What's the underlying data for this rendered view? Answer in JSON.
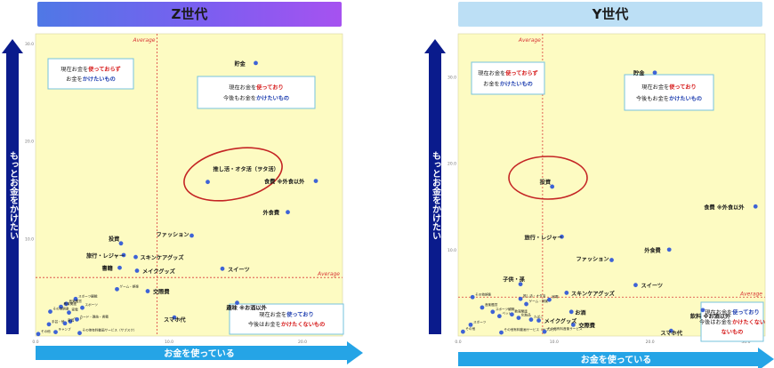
{
  "colors": {
    "plot_bg": "#fdfbc2",
    "dot": "#3e63d6",
    "avg_line": "#d93a3a",
    "ellipse": "#c42424",
    "arrow_v": "#0a1b8c",
    "arrow_h": "#25a4e6",
    "box_border": "#76c3dd",
    "emph_red": "#d61a1a"
  },
  "panels": [
    {
      "id": "z",
      "title": "Z世代",
      "y_axis_label": "もっとお金をかけたい",
      "x_axis_label": "お金を使っている",
      "average_label_top": "Average",
      "average_label_right": "Average",
      "quadrant_notes": {
        "top_left": [
          [
            {
              "t": "現在お金を"
            },
            {
              "t": "使っておらず",
              "em": true
            }
          ],
          [
            {
              "t": "お金を"
            },
            {
              "t": "かけたいもの",
              "em": "blue"
            }
          ]
        ],
        "top_right": [
          [
            {
              "t": "現在お金を"
            },
            {
              "t": "使っており",
              "em": true
            }
          ],
          [
            {
              "t": "今後もお金を"
            },
            {
              "t": "かけたいもの",
              "em": "blue"
            }
          ]
        ],
        "bottom_right": [
          [
            {
              "t": "現在お金を"
            },
            {
              "t": "使っており",
              "em": "blue"
            }
          ],
          [
            {
              "t": "今後はお金を"
            },
            {
              "t": "かけたくないもの",
              "em": true
            }
          ]
        ]
      },
      "ytick_labels": [
        "30.0",
        "20.0",
        "10.0"
      ],
      "xtick_labels": [
        "0.0",
        "10.0",
        "20.0"
      ],
      "points": [
        {
          "label": "貯金",
          "x": 16.5,
          "y": 28.0
        },
        {
          "label": "推し活・オタ活（ヲタ活）",
          "x": 12.9,
          "y": 15.8
        },
        {
          "label": "食費 ※外食以外",
          "x": 21.0,
          "y": 15.9
        },
        {
          "label": "外食費",
          "x": 18.9,
          "y": 12.7
        },
        {
          "label": "ファッション",
          "x": 11.7,
          "y": 10.3
        },
        {
          "label": "投資",
          "x": 6.4,
          "y": 9.5
        },
        {
          "label": "旅行・レジャー",
          "x": 6.6,
          "y": 8.3
        },
        {
          "label": "スキンケアグッズ",
          "x": 7.5,
          "y": 8.1
        },
        {
          "label": "書籍",
          "x": 6.3,
          "y": 7.0
        },
        {
          "label": "メイクグッズ",
          "x": 7.6,
          "y": 6.7
        },
        {
          "label": "スイーツ",
          "x": 14.0,
          "y": 6.9
        },
        {
          "label": "ゲーム・娯楽",
          "x": 6.1,
          "y": 4.8
        },
        {
          "label": "交際費",
          "x": 8.4,
          "y": 4.6
        },
        {
          "label": "趣味 ※お酒以外",
          "x": 15.1,
          "y": 3.4
        },
        {
          "label": "スマホ代",
          "x": 10.4,
          "y": 1.9
        },
        {
          "label": "スポーツ観戦",
          "x": 3.0,
          "y": 3.8
        },
        {
          "label": "音楽鑑賞",
          "x": 2.3,
          "y": 3.3
        },
        {
          "label": "教育関連",
          "x": 1.9,
          "y": 3.0
        },
        {
          "label": "家電",
          "x": 2.5,
          "y": 2.4
        },
        {
          "label": "スポーツ",
          "x": 3.5,
          "y": 2.9
        },
        {
          "label": "その他娯楽",
          "x": 1.1,
          "y": 2.5
        },
        {
          "label": "ペット",
          "x": 2.6,
          "y": 1.5
        },
        {
          "label": "手芸・他",
          "x": 1.0,
          "y": 1.2
        },
        {
          "label": "カード・雑誌・書籍",
          "x": 3.1,
          "y": 1.7
        },
        {
          "label": "家具",
          "x": 2.2,
          "y": 1.3
        },
        {
          "label": "キャンプ",
          "x": 1.5,
          "y": 0.4
        },
        {
          "label": "その他",
          "x": 0.2,
          "y": 0.2
        },
        {
          "label": "その他有料動画サービス（サブスク）",
          "x": 3.3,
          "y": 0.3
        }
      ]
    },
    {
      "id": "y",
      "title": "Y世代",
      "y_axis_label": "もっとお金をかけたい",
      "x_axis_label": "お金を使っている",
      "average_label_top": "Average",
      "average_label_right": "Average",
      "quadrant_notes": {
        "top_left": [
          [
            {
              "t": "現在お金を"
            },
            {
              "t": "使っておらず",
              "em": true
            }
          ],
          [
            {
              "t": "お金を"
            },
            {
              "t": "かけたいもの",
              "em": "blue"
            }
          ]
        ],
        "top_right": [
          [
            {
              "t": "現在お金を"
            },
            {
              "t": "使っており",
              "em": true
            }
          ],
          [
            {
              "t": "今後もお金を"
            },
            {
              "t": "かけたいもの",
              "em": "blue"
            }
          ]
        ],
        "bottom_right": [
          [
            {
              "t": "現在お金を"
            },
            {
              "t": "使っており",
              "em": "blue"
            }
          ],
          [
            {
              "t": "今後はお金を"
            },
            {
              "t": "かけたくない",
              "em": true
            }
          ],
          [
            {
              "t": "ないもの",
              "em": true
            }
          ]
        ]
      },
      "ytick_labels": [
        "30.0",
        "20.0",
        "10.0"
      ],
      "xtick_labels": [
        "0.0",
        "10.0",
        "20.0",
        "30.0"
      ],
      "points": [
        {
          "label": "貯金",
          "x": 20.5,
          "y": 30.5
        },
        {
          "label": "投資",
          "x": 9.8,
          "y": 17.3
        },
        {
          "label": "食費 ※外食以外",
          "x": 31.0,
          "y": 15.0
        },
        {
          "label": "旅行・レジャー",
          "x": 10.8,
          "y": 11.5
        },
        {
          "label": "外食費",
          "x": 22.0,
          "y": 10.0
        },
        {
          "label": "ファッション",
          "x": 16.0,
          "y": 8.8
        },
        {
          "label": "スイーツ",
          "x": 18.5,
          "y": 5.9
        },
        {
          "label": "子供・孫",
          "x": 6.5,
          "y": 6.0
        },
        {
          "label": "スキンケアグッズ",
          "x": 11.3,
          "y": 5.0
        },
        {
          "label": "飲料 ※お酒以外",
          "x": 25.5,
          "y": 3.0
        },
        {
          "label": "スマホ代",
          "x": 22.2,
          "y": 0.6
        },
        {
          "label": "交際費",
          "x": 12.0,
          "y": 1.3
        },
        {
          "label": "お酒",
          "x": 11.8,
          "y": 2.8
        },
        {
          "label": "推し活・オタ活",
          "x": 6.5,
          "y": 4.3
        },
        {
          "label": "家電",
          "x": 9.5,
          "y": 4.2
        },
        {
          "label": "ゲーム・娯楽",
          "x": 7.1,
          "y": 3.7
        },
        {
          "label": "その他娯楽",
          "x": 1.5,
          "y": 4.5
        },
        {
          "label": "音楽鑑賞",
          "x": 2.5,
          "y": 3.3
        },
        {
          "label": "スポーツ観戦",
          "x": 3.6,
          "y": 2.8
        },
        {
          "label": "ペット",
          "x": 4.3,
          "y": 2.3
        },
        {
          "label": "教育関連",
          "x": 5.6,
          "y": 2.5
        },
        {
          "label": "化粧品",
          "x": 6.3,
          "y": 2.1
        },
        {
          "label": "たばこ",
          "x": 7.6,
          "y": 1.9
        },
        {
          "label": "メイクグッズ",
          "x": 8.4,
          "y": 1.8
        },
        {
          "label": "その他",
          "x": 0.5,
          "y": 0.5
        },
        {
          "label": "スポーツ",
          "x": 1.3,
          "y": 1.3
        },
        {
          "label": "その他有料動画サービス（サブスク）",
          "x": 4.5,
          "y": 0.4
        },
        {
          "label": "その他有料音楽サービス",
          "x": 9.0,
          "y": 0.5
        }
      ]
    }
  ],
  "chart_data": [
    {
      "type": "scatter",
      "title": "Z世代",
      "xlabel": "お金を使っている",
      "ylabel": "もっとお金をかけたい",
      "xlim": [
        0,
        23
      ],
      "ylim": [
        0,
        31
      ],
      "average_x": 9.1,
      "average_y": 6.0,
      "grid": false,
      "highlighted": [
        "推し活・オタ活（ヲタ活）"
      ]
    },
    {
      "type": "scatter",
      "title": "Y世代",
      "xlabel": "お金を使っている",
      "ylabel": "もっとお金をかけたい",
      "xlim": [
        0,
        32
      ],
      "ylim": [
        0,
        35
      ],
      "average_x": 8.8,
      "average_y": 4.5,
      "grid": false,
      "highlighted": [
        "投資"
      ]
    }
  ]
}
